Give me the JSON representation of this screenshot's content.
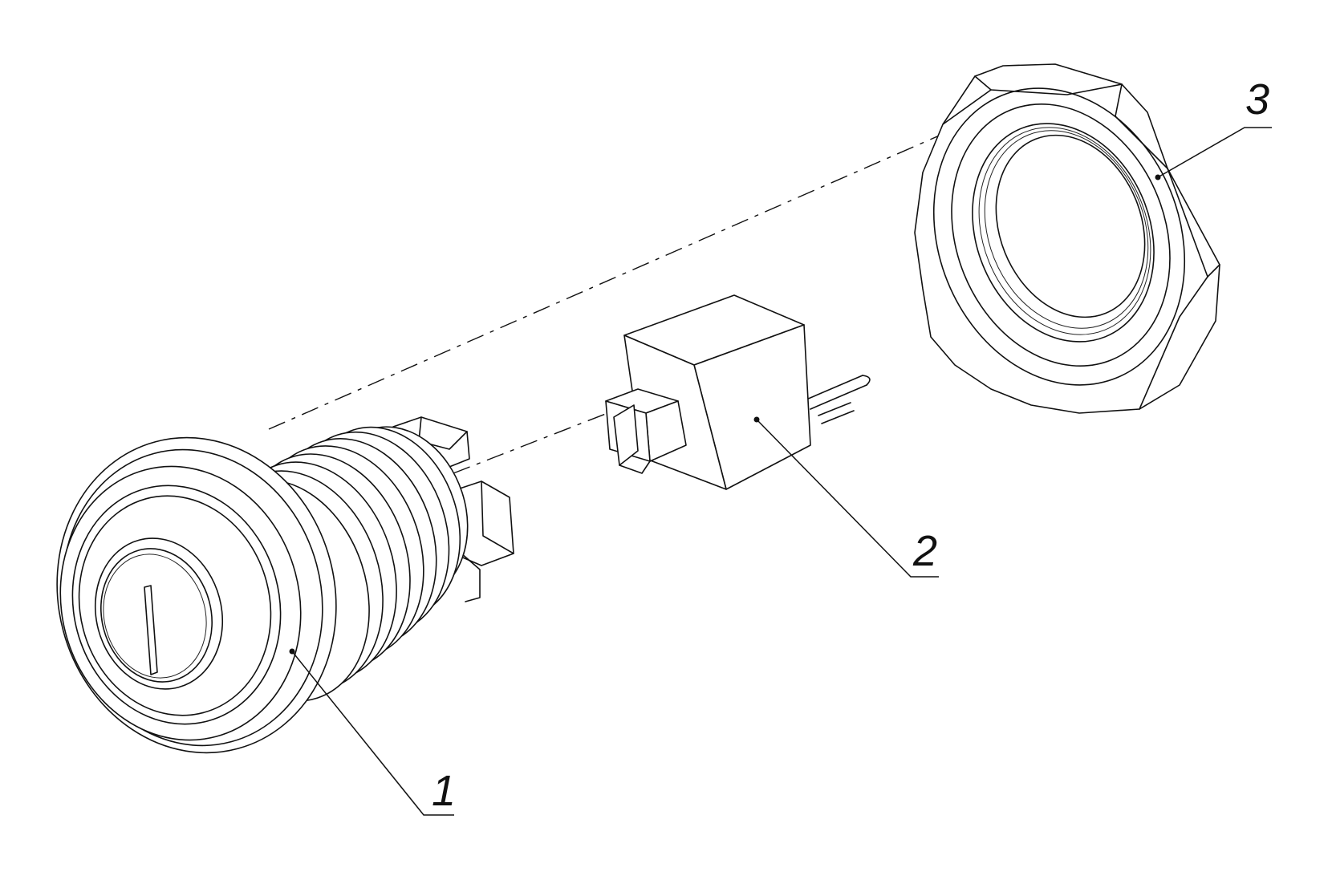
{
  "callouts": {
    "part1": "1",
    "part2": "2",
    "part3": "3"
  },
  "colors": {
    "line": "#111111",
    "background": "#ffffff"
  }
}
